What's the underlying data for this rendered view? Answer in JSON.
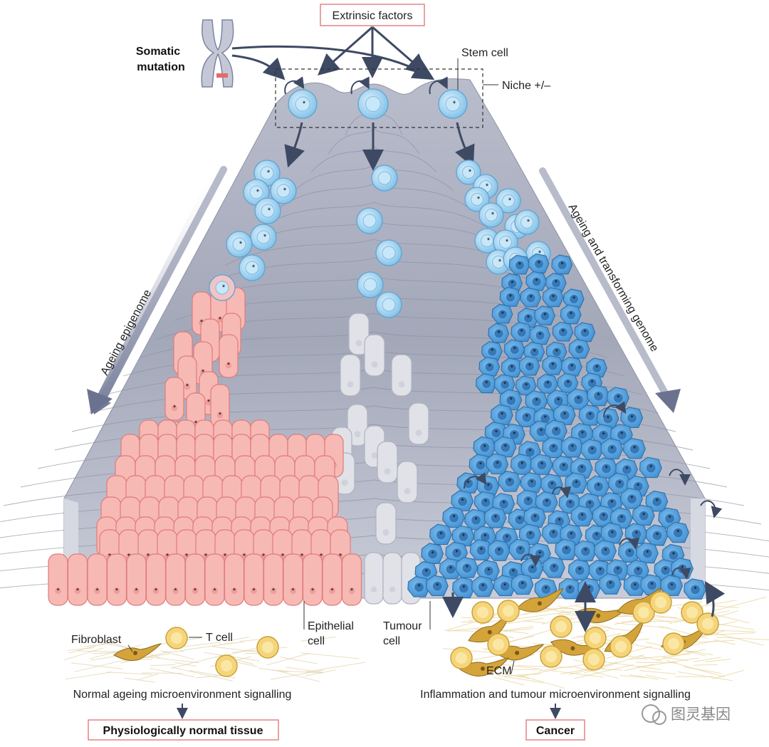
{
  "labels": {
    "extrinsic_factors": "Extrinsic factors",
    "somatic_mutation_1": "Somatic",
    "somatic_mutation_2": "mutation",
    "stem_cell": "Stem cell",
    "niche": "Niche +/–",
    "ageing_epigenome": "Ageing epigenome",
    "ageing_transforming_genome": "Ageing and transforming genome",
    "fibroblast": "Fibroblast",
    "t_cell": "T cell",
    "epithelial_cell_1": "Epithelial",
    "epithelial_cell_2": "cell",
    "tumour_cell_1": "Tumour",
    "tumour_cell_2": "cell",
    "ecm": "ECM",
    "normal_signalling": "Normal ageing microenvironment signalling",
    "tumour_signalling": "Inflammation and tumour microenvironment signalling",
    "outcome_normal": "Physiologically normal tissue",
    "outcome_cancer": "Cancer",
    "star": "*",
    "watermark": "图灵基因"
  },
  "colors": {
    "stem_blue": "#a9d8f2",
    "tumour_blue": "#5aa6e0",
    "epithelial_pink": "#f7b9b4",
    "normal_grey": "#e0e2e8",
    "landscape": "#9ea3b5",
    "outline_red": "#e07b7b",
    "arrow_dark": "#3e4a63",
    "fibroblast": "#d4a43a",
    "t_cell": "#f6d57a"
  }
}
